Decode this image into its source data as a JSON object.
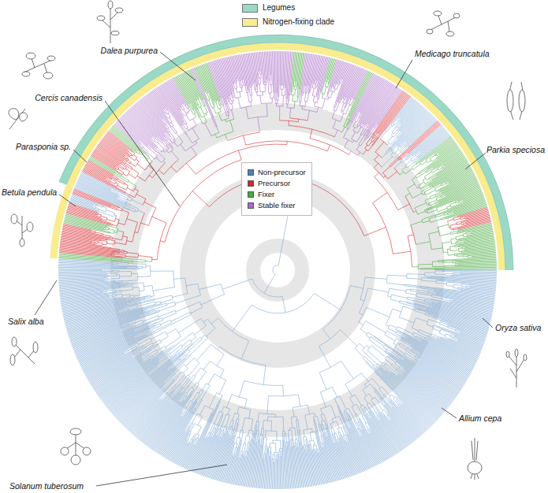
{
  "diagram": {
    "labels": [
      "Dalea purpurea",
      "Medicago truncatula",
      "Cercis canadensis",
      "Parkia speciosa",
      "Parasponia sp.",
      "Betula pendula",
      "Salix alba",
      "Oryza sativa",
      "Allium cepa",
      "Solanum tuberosum"
    ],
    "legend": [
      {
        "text": "Legumes",
        "color": "#9ad9c6"
      },
      {
        "text": "Nitrogen-fixing clade",
        "color": "#f8ec8f"
      },
      {
        "text": "Non-precursor",
        "color": "#4f7fb8"
      },
      {
        "text": "Precursor",
        "color": "#d7262b"
      },
      {
        "text": "Fixer",
        "color": "#49a942"
      },
      {
        "text": "Stable fixer",
        "color": "#a86bc4"
      }
    ]
  }
}
